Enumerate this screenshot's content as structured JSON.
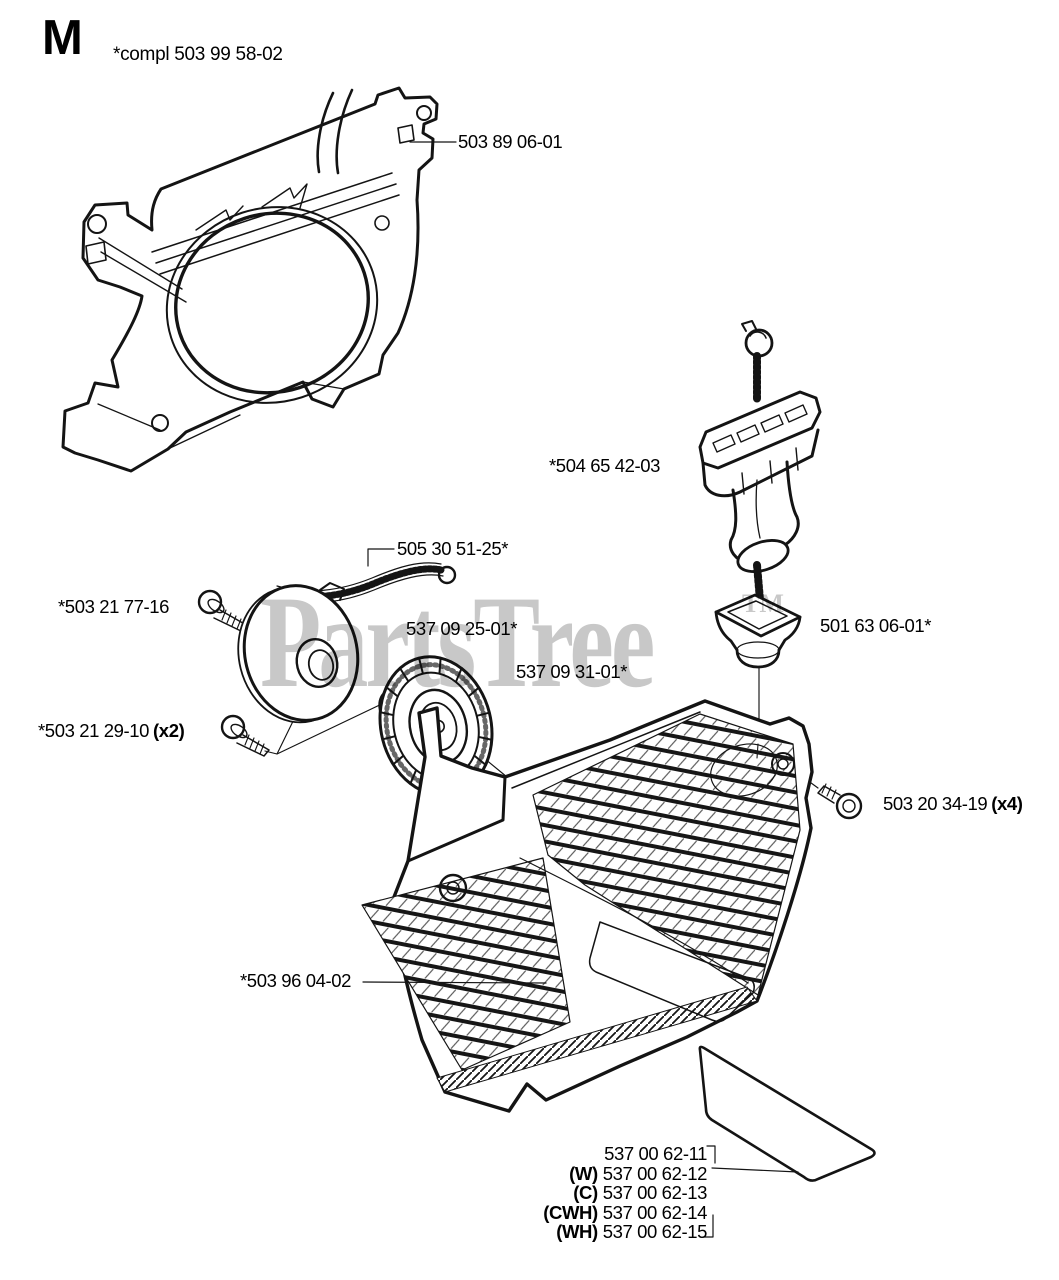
{
  "header": {
    "section_letter": "M",
    "assembly_note": "*compl 503 99 58-02"
  },
  "watermark": {
    "text": "PartsTree",
    "tm_symbol": "TM"
  },
  "colors": {
    "line": "#141414",
    "watermark_gray": "#c8c8c8",
    "background": "#ffffff",
    "label_text": "#000000"
  },
  "parts": {
    "fan_housing_label": "503 89 06-01",
    "starter_handle_label": "*504 65 42-03",
    "starter_spring_label": "505 30 51-25*",
    "spring_screw_label": "*503 21 77-16",
    "spring_cassette_label": "537 09 25-01*",
    "starter_pulley_label": "537 09 31-01*",
    "rope_guide_label": "501 63 06-01*",
    "pulley_screw_label": "*503 21 29-10",
    "pulley_screw_qty": "(x2)",
    "cover_screw_label": "503 20 34-19",
    "cover_screw_qty": "(x4)",
    "starter_cover_label": "*503 96 04-02"
  },
  "decal_variants": [
    {
      "prefix": "",
      "number": "537 00 62-11"
    },
    {
      "prefix": "(W)",
      "number": "537 00 62-12"
    },
    {
      "prefix": "(C)",
      "number": "537 00 62-13"
    },
    {
      "prefix": "(CWH)",
      "number": "537 00 62-14"
    },
    {
      "prefix": "(WH)",
      "number": "537 00 62-15"
    }
  ]
}
